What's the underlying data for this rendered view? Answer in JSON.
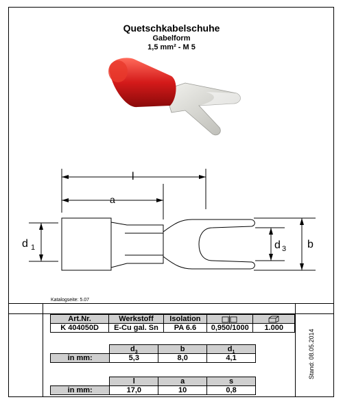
{
  "header": {
    "title": "Quetschkabelschuhe",
    "subtitle": "Gabelform",
    "size": "1,5 mm² - M 5"
  },
  "drawing_labels": {
    "l": "l",
    "a": "a",
    "d1_main": "d",
    "d1_sub": "1",
    "d3_main": "d",
    "d3_sub": "3",
    "b": "b"
  },
  "catalog_page": "Katalogseite: 5.07",
  "stand": "Stand: 08.05.2014",
  "colors": {
    "insulation": "#d41a1a",
    "metal": "#d9d9d4",
    "header_fill": "#cfcfcf"
  },
  "table1": {
    "headers": {
      "art_nr": "Art.Nr.",
      "werkstoff": "Werkstoff",
      "isolation": "Isolation",
      "icon_pack": "pack-icon",
      "icon_box": "box-icon"
    },
    "row": {
      "art_nr": "K 404050D",
      "werkstoff": "E-Cu gal. Sn",
      "isolation": "PA 6.6",
      "pack": "0,950/1000",
      "box": "1.000"
    }
  },
  "table2": {
    "row_label": "in mm:",
    "headers": {
      "d3_main": "d",
      "d3_sub": "3",
      "b": "b",
      "d1_main": "d",
      "d1_sub": "1"
    },
    "values": {
      "d3": "5,3",
      "b": "8,0",
      "d1": "4,1"
    }
  },
  "table3": {
    "row_label": "in mm:",
    "headers": {
      "l": "l",
      "a": "a",
      "s": "s"
    },
    "values": {
      "l": "17,0",
      "a": "10",
      "s": "0,8"
    }
  }
}
